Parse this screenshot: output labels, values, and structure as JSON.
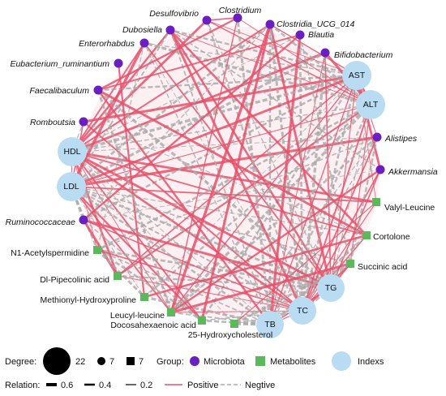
{
  "nodes": {
    "microbiota": [
      {
        "id": "desulfovibrio",
        "label": "Desulfovibrio"
      },
      {
        "id": "clostridium",
        "label": "Clostridium"
      },
      {
        "id": "dubosiella",
        "label": "Dubosiella"
      },
      {
        "id": "clostridia_ucg_014",
        "label": "Clostridia_UCG_014"
      },
      {
        "id": "blautia",
        "label": "Blautia"
      },
      {
        "id": "enterorhabdus",
        "label": "Enterorhabdus"
      },
      {
        "id": "bifidobacterium",
        "label": "Bifidobacterium"
      },
      {
        "id": "eubacterium",
        "label": "Eubacterium_ruminantium"
      },
      {
        "id": "faecalibaculum",
        "label": "Faecalibaculum"
      },
      {
        "id": "romboutsia",
        "label": "Romboutsia"
      },
      {
        "id": "alistipes",
        "label": "Alistipes"
      },
      {
        "id": "akkermansia",
        "label": "Akkermansia"
      },
      {
        "id": "ruminococcaceae",
        "label": "Ruminococcaceae"
      }
    ],
    "metabolites": [
      {
        "id": "valyl_leucine",
        "label": "Valyl-Leucine"
      },
      {
        "id": "cortolone",
        "label": "Cortolone"
      },
      {
        "id": "n1_acetylspermidine",
        "label": "N1-Acetylspermidine"
      },
      {
        "id": "succinic_acid",
        "label": "Succinic acid"
      },
      {
        "id": "dl_pipecolinic_acid",
        "label": "Dl-Pipecolinic acid"
      },
      {
        "id": "methionyl_hydroxyproline",
        "label": "Methionyl-Hydroxyproline"
      },
      {
        "id": "leucyl_leucine",
        "label": "Leucyl-leucine"
      },
      {
        "id": "docosahexaenoic_acid",
        "label": "Docosahexaenoic acid"
      },
      {
        "id": "hydroxycholesterol",
        "label": "25-Hydroxycholesterol"
      }
    ],
    "indexes": [
      {
        "id": "ast",
        "label": "AST"
      },
      {
        "id": "alt",
        "label": "ALT"
      },
      {
        "id": "hdl",
        "label": "HDL"
      },
      {
        "id": "ldl",
        "label": "LDL"
      },
      {
        "id": "tg",
        "label": "TG"
      },
      {
        "id": "tc",
        "label": "TC"
      },
      {
        "id": "tb",
        "label": "TB"
      }
    ]
  },
  "legend": {
    "degree_label": "Degree:",
    "degree_values": [
      "22",
      "7",
      "7"
    ],
    "group_label": "Group:",
    "groups": [
      "Microbiota",
      "Metabolites",
      "Indexs"
    ],
    "relation_label": "Relation:",
    "relation_values": [
      "0.6",
      "0.4",
      "0.2"
    ],
    "positive_label": "Positive",
    "negative_label": "Negtive"
  },
  "colors": {
    "microbiota": "#6a1fc2",
    "metabolites": "#5cb85c",
    "indexes": "#b9dcf2",
    "positive": "#e8506a",
    "negative": "#a9a9a9",
    "halo": "#fbe3ea"
  }
}
